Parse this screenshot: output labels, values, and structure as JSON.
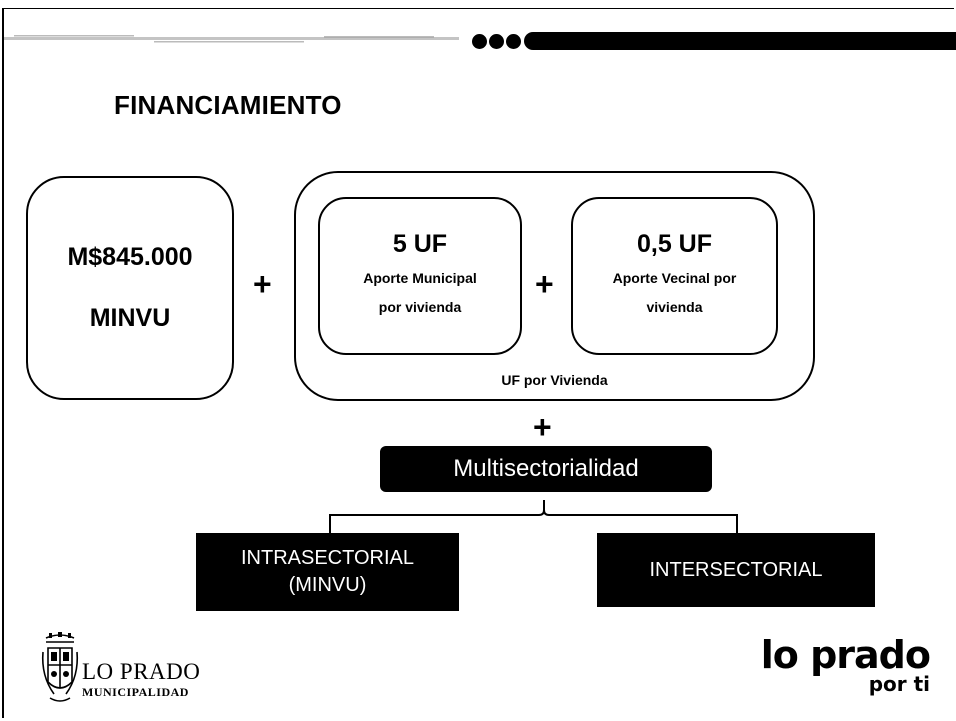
{
  "header": {
    "title": "FINANCIAMIENTO"
  },
  "minvu": {
    "amount": "M$845.000",
    "source": "MINVU"
  },
  "operators": {
    "plus": "+"
  },
  "contributions": {
    "municipal": {
      "amount": "5 UF",
      "line1": "Aporte Municipal",
      "line2": "por vivienda"
    },
    "vecinal": {
      "amount": "0,5 UF",
      "line1": "Aporte Vecinal por",
      "line2": "vivienda"
    },
    "group_label": "UF por Vivienda"
  },
  "multisectorial": {
    "label": "Multisectorialidad",
    "intra": {
      "line1": "INTRASECTORIAL",
      "line2": "(MINVU)"
    },
    "inter": "INTERSECTORIAL"
  },
  "footer": {
    "municipality_name": "LO PRADO",
    "municipality_sub": "MUNICIPALIDAD",
    "brand_line1": "lo prado",
    "brand_line2": "por ti"
  },
  "colors": {
    "ink": "#000000",
    "background": "#ffffff"
  }
}
